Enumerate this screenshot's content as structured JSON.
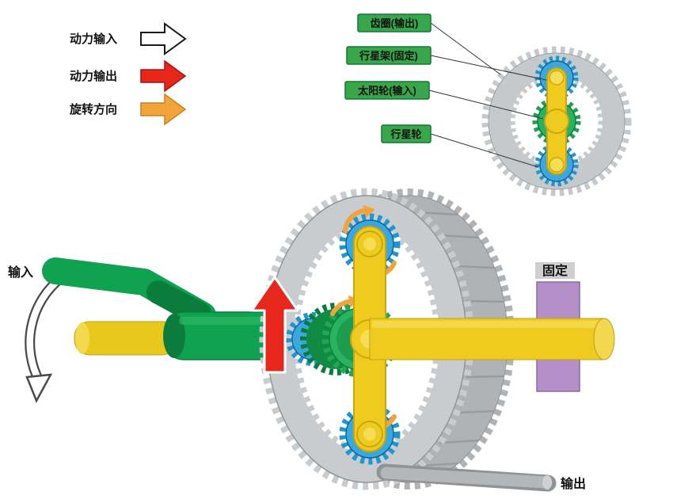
{
  "legend": {
    "items": [
      {
        "label": "动力输入",
        "arrow": "white-outline-arrow"
      },
      {
        "label": "动力输出",
        "arrow": "red-arrow"
      },
      {
        "label": "旋转方向",
        "arrow": "orange-arrow"
      }
    ]
  },
  "cross_section": {
    "callouts": [
      {
        "label": "齿圈(输出)"
      },
      {
        "label": "行星架(固定)"
      },
      {
        "label": "太阳轮(输入)"
      },
      {
        "label": "行星轮"
      }
    ]
  },
  "main_view": {
    "input_label": "输入",
    "fixed_label": "固定",
    "output_label": "输出"
  },
  "colors": {
    "gear_gray": "#c9ccce",
    "gear_gray_dark": "#b0b3b5",
    "planet_blue": "#3aa7dd",
    "planet_blue_teeth": "#1e96d2",
    "sun_green": "#2bb261",
    "machine_green": "#0fa251",
    "carrier_yellow": "#eecb1e",
    "fixed_purple": "#b48fc8",
    "power_red": "#e8271c",
    "rotation_orange": "#f2a33c",
    "label_green": "#3aa64c"
  }
}
